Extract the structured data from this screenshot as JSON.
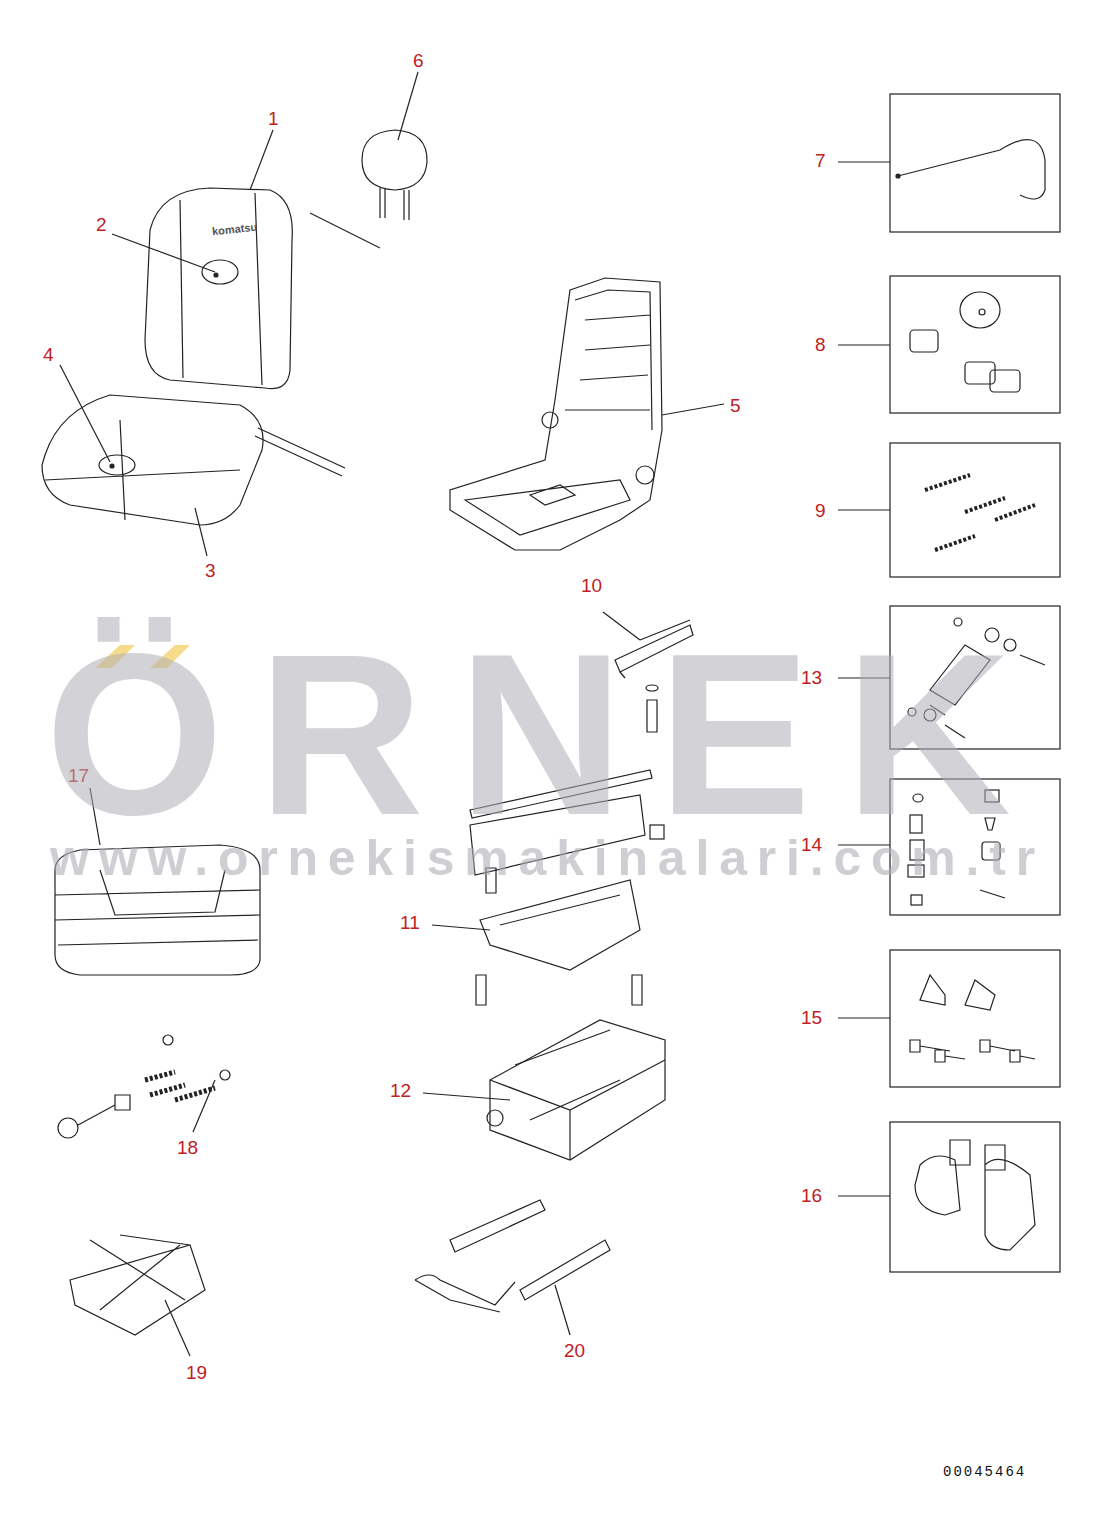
{
  "diagram": {
    "labels": [
      "6",
      "1",
      "2",
      "4",
      "5",
      "3",
      "7",
      "8",
      "9",
      "10",
      "13",
      "17",
      "14",
      "11",
      "15",
      "12",
      "18",
      "16",
      "19",
      "20",
      "ÖRNEK",
      "www.ornekismakinalari.com.tr",
      "komatsu",
      "00045464"
    ]
  }
}
